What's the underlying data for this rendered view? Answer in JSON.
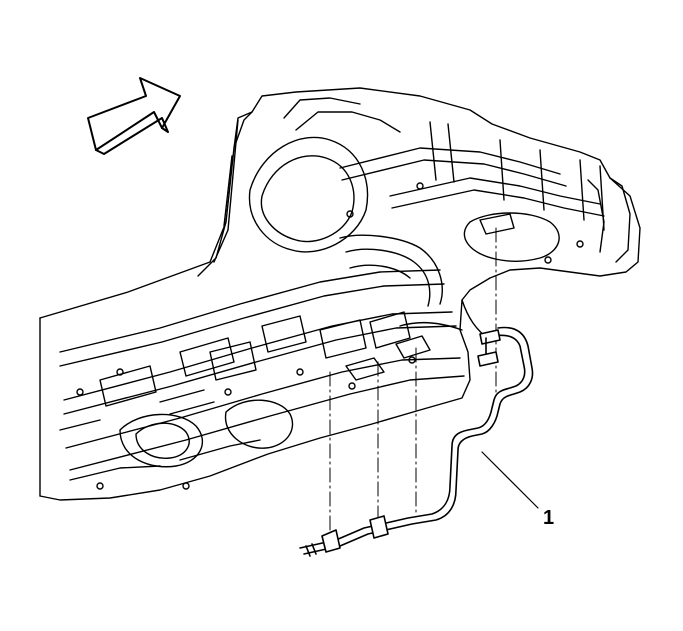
{
  "diagram": {
    "callouts": [
      {
        "number": "1",
        "target": "floor-pipe"
      }
    ],
    "direction_arrow": {
      "meaning": "vehicle-front"
    },
    "colors": {
      "line": "#000000",
      "background": "#ffffff"
    }
  }
}
